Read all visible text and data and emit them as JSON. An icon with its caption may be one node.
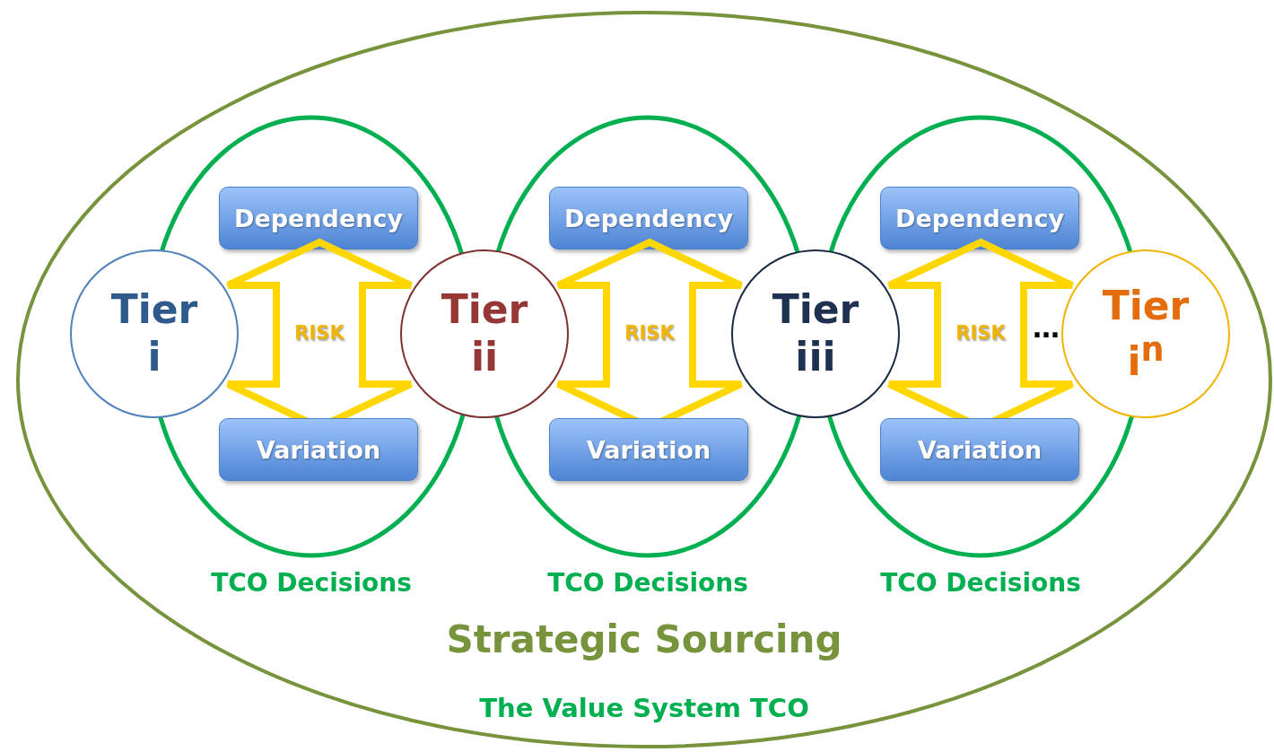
{
  "diagram": {
    "nodes": [
      {
        "text": [
          "Strategic Sourcing",
          "The Value System TCO"
        ]
      },
      {
        "text": [
          "TCO Decisions"
        ],
        "in": 0
      },
      {
        "text": [
          "TCO Decisions"
        ],
        "in": 0
      },
      {
        "text": [
          "TCO Decisions"
        ],
        "in": 0
      },
      {
        "text": [
          "Dependency"
        ],
        "in": 1
      },
      {
        "text": [
          "RISK"
        ],
        "in": 1
      },
      {
        "text": [
          "Variation"
        ],
        "in": 1
      },
      {
        "text": [
          "Dependency"
        ],
        "in": 2
      },
      {
        "text": [
          "RISK"
        ],
        "in": 2
      },
      {
        "text": [
          "Variation"
        ],
        "in": 2
      },
      {
        "text": [
          "Dependency"
        ],
        "in": 3
      },
      {
        "text": [
          "RISK"
        ],
        "in": 3
      },
      {
        "text": [
          "Variation"
        ],
        "in": 3
      },
      {
        "text": [
          "Tier i"
        ],
        "in": 0
      },
      {
        "text": [
          "Tier ii"
        ],
        "in": 0
      },
      {
        "text": [
          "Tier iii"
        ],
        "in": 0
      },
      {
        "text": [
          "Tier i$^{n}$"
        ],
        "in": 0
      }
    ],
    "labels": [
      "…"
    ]
  }
}
